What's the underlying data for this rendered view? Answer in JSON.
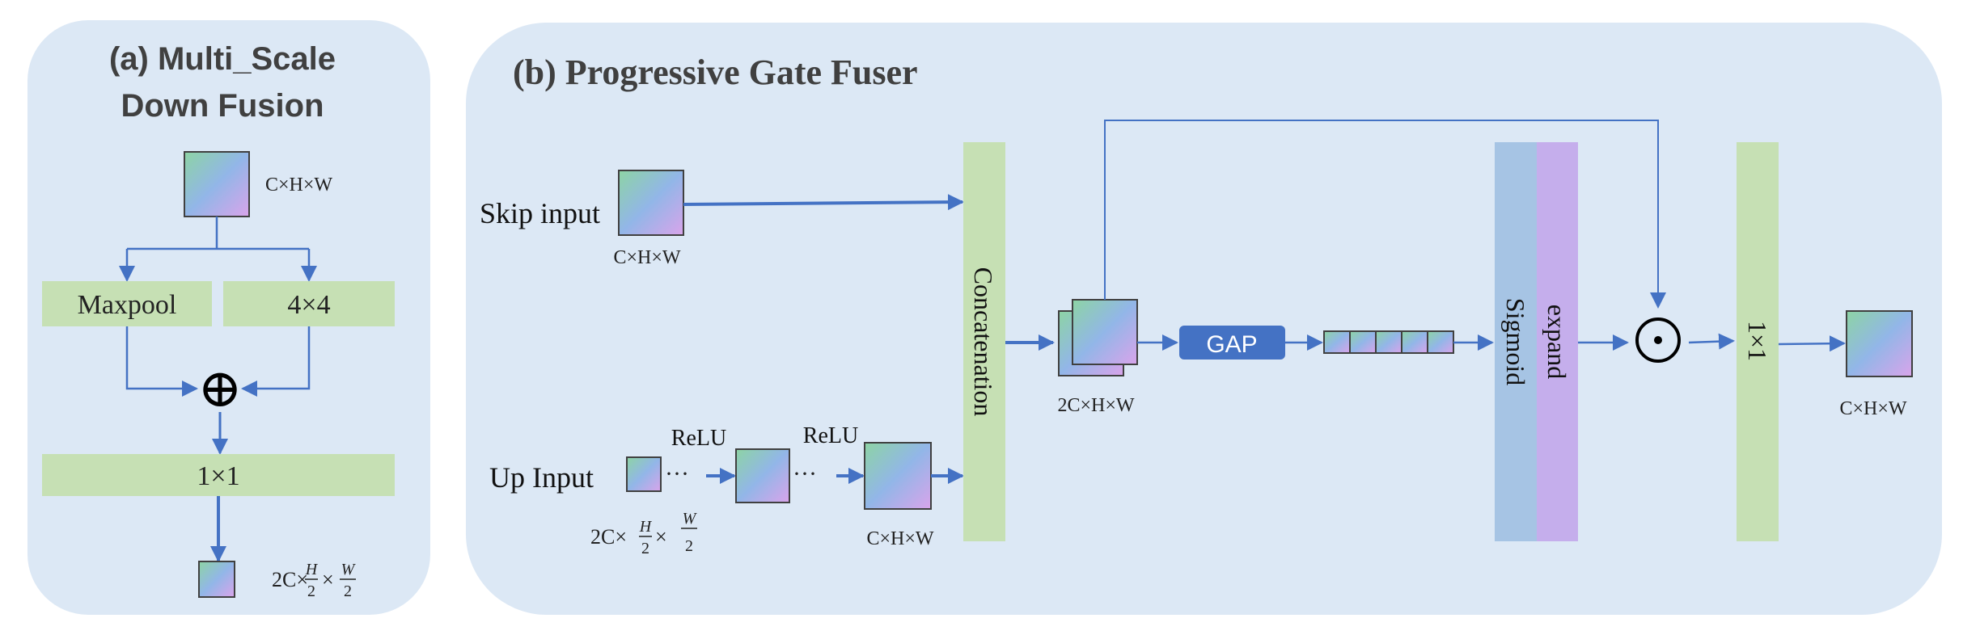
{
  "panel_a": {
    "title_line1": "(a)  Multi_Scale",
    "title_line2": "Down Fusion",
    "input_dim": "C×H×W",
    "branch_left": "Maxpool",
    "branch_right": "4×4",
    "sum_symbol": "⊕",
    "conv_label": "1×1",
    "output_dim": "2C×H/2×W/2"
  },
  "panel_b": {
    "title": "(b) Progressive Gate Fuser",
    "skip_label": "Skip input",
    "skip_dim": "C×H×W",
    "up_label": "Up Input",
    "up_dim": "2C×H/2×W/2",
    "relu_1": "ReLU",
    "relu_2": "ReLU",
    "dots": "···",
    "up_out_dim": "C×H×W",
    "concat_label": "Concatenation",
    "stack_dim": "2C×H×W",
    "gap_label": "GAP",
    "sigmoid_label": "Sigmoid",
    "expand_label": "expand",
    "mult_symbol": "⊙",
    "conv_label": "1×1",
    "output_dim": "C×H×W"
  },
  "colors": {
    "panel_bg": "#dce8f5",
    "green": "#c6e0b4",
    "blue_bar": "#a6c4e4",
    "purple_bar": "#c5aeec",
    "gap": "#4472c4",
    "arrow": "#4472c4"
  }
}
